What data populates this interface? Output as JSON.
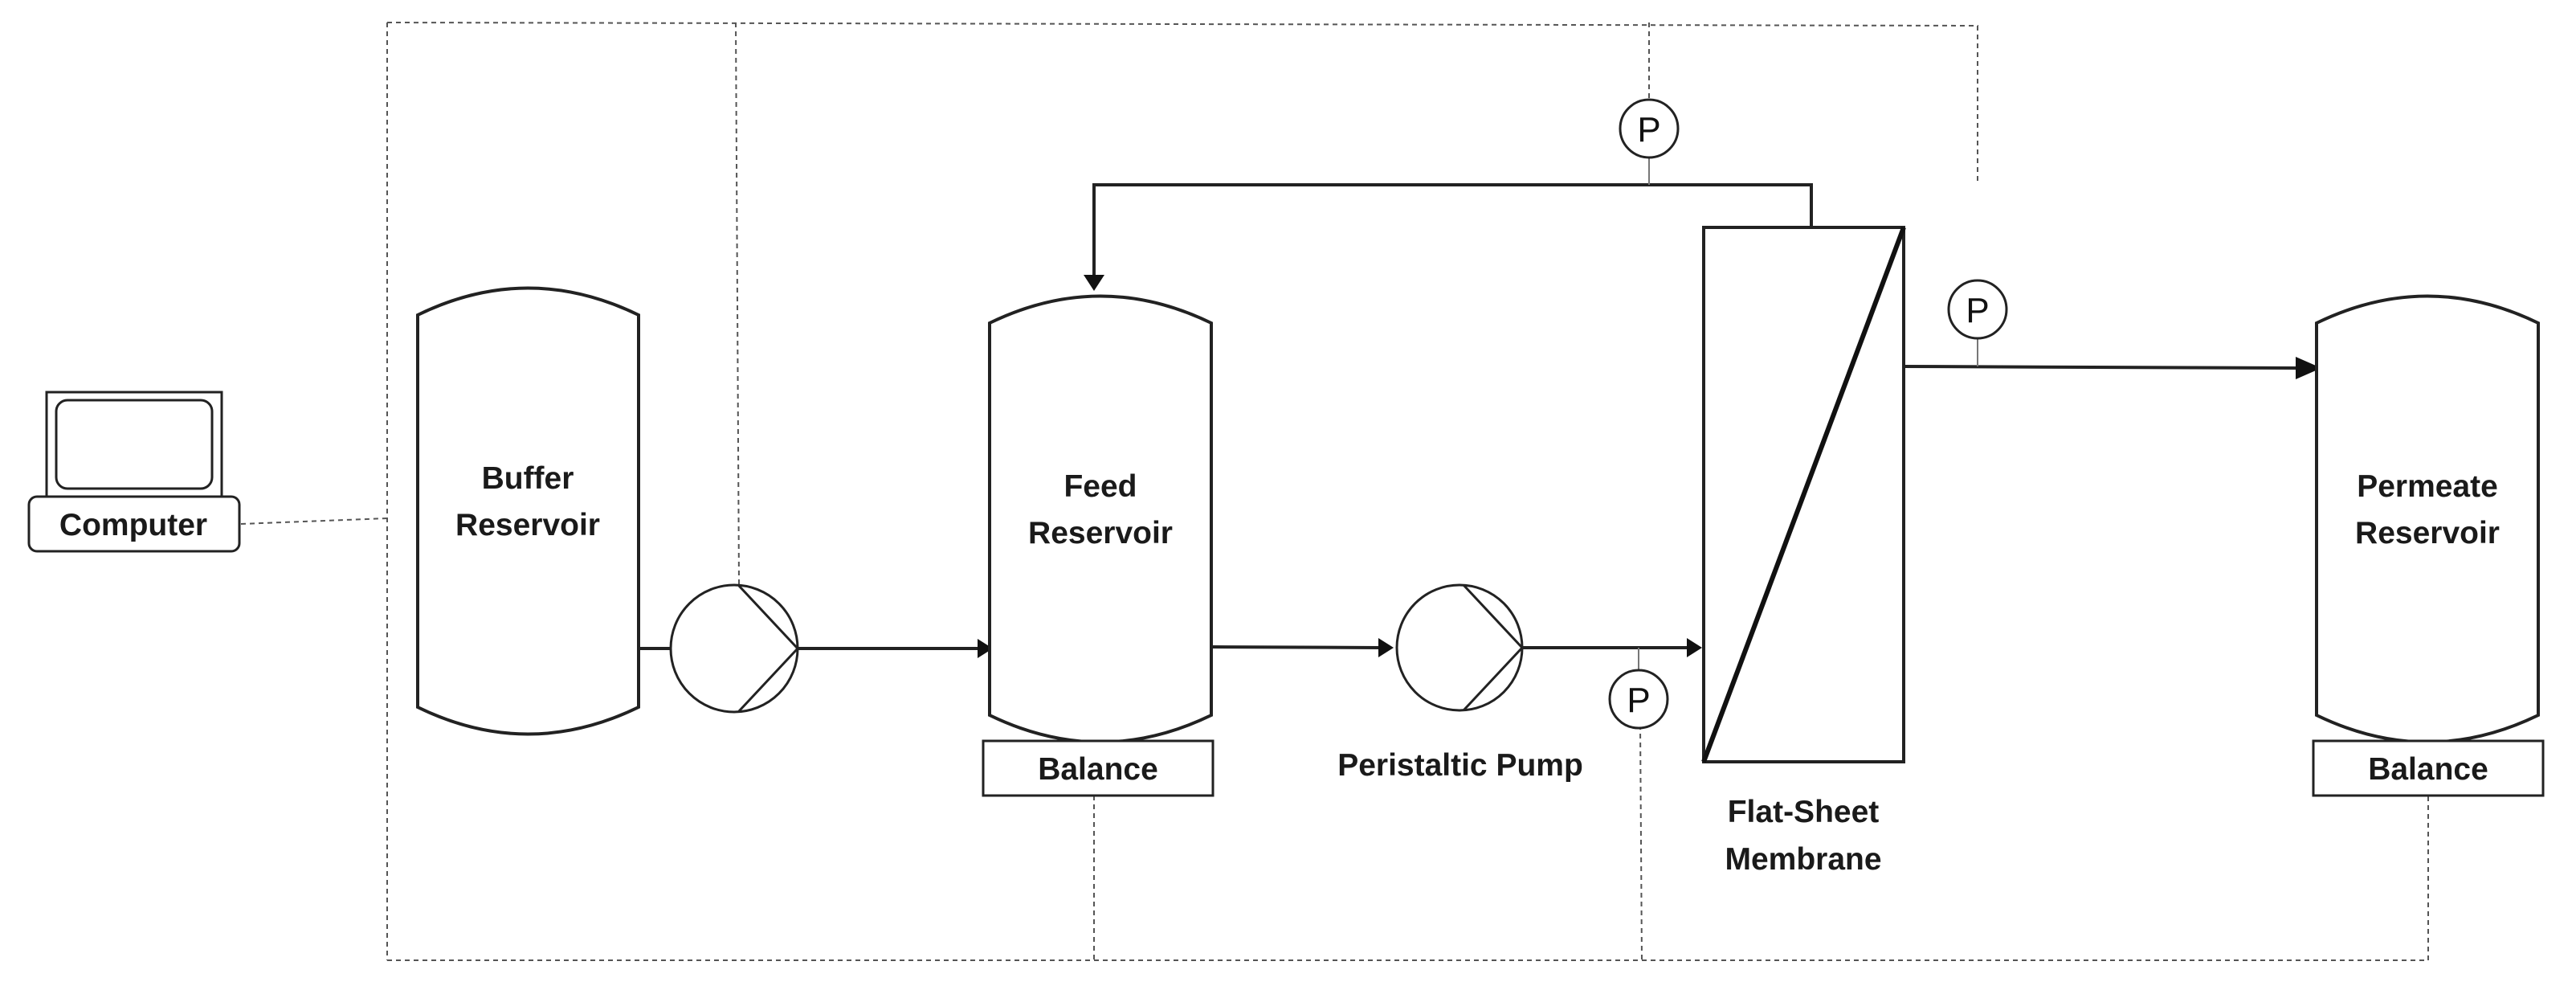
{
  "labels": {
    "computer": "Computer",
    "buffer_reservoir": [
      "Buffer",
      "Reservoir"
    ],
    "feed_reservoir": [
      "Feed",
      "Reservoir"
    ],
    "permeate_reservoir": [
      "Permeate",
      "Reservoir"
    ],
    "feed_balance": "Balance",
    "permeate_balance": "Balance",
    "peristaltic_pump": "Peristaltic Pump",
    "membrane": [
      "Flat-Sheet",
      "Membrane"
    ],
    "pressure_gauge": "P"
  },
  "colors": {
    "line": "#222222",
    "signal_line": "#555555",
    "background": "#ffffff"
  }
}
